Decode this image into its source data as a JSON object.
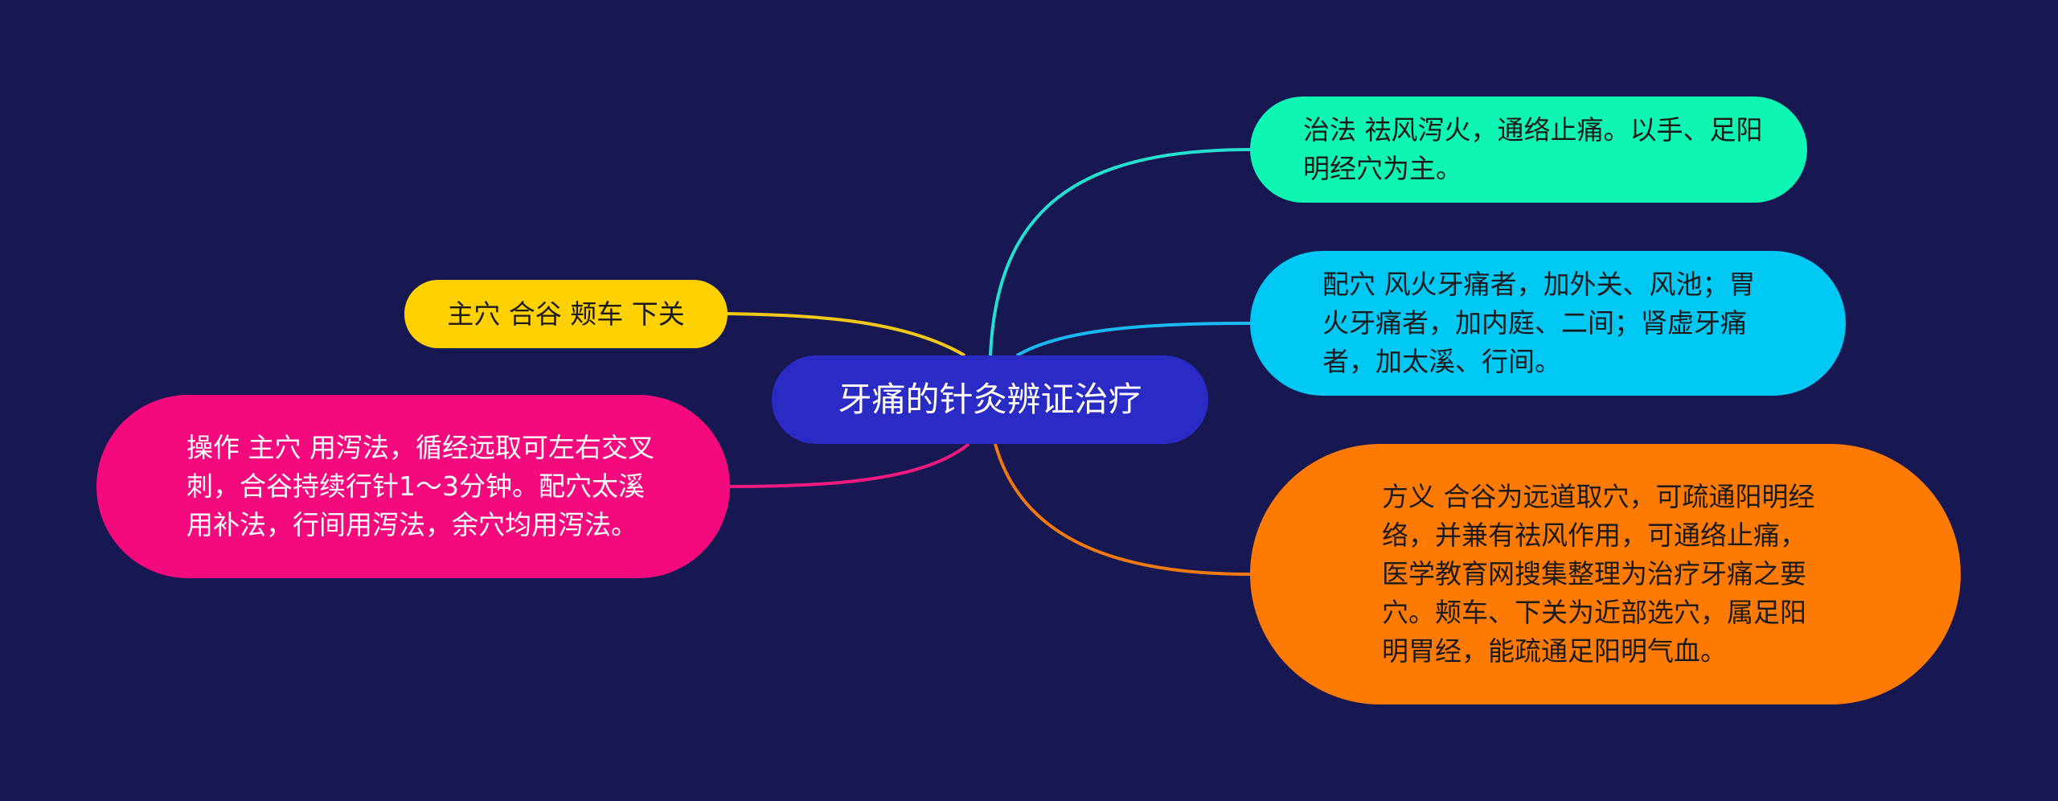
{
  "mindmap": {
    "center": {
      "text": "牙痛的针灸辨证治疗",
      "color": "#2a2ac4"
    },
    "left_nodes": [
      {
        "text": "主穴 合谷 颊车 下关",
        "color": "#ffd100",
        "edge_color": "#f2c818"
      },
      {
        "text": "操作 主穴 用泻法，循经远取可左右交叉刺，合谷持续行针1～3分钟。配穴太溪用补法，行间用泻法，余穴均用泻法。",
        "color": "#f50a7e",
        "edge_color": "#f0197f"
      }
    ],
    "right_nodes": [
      {
        "text": "治法 祛风泻火，通络止痛。以手、足阳明经穴为主。",
        "color": "#0ff5b4",
        "edge_color": "#25e0d0"
      },
      {
        "text": "配穴 风火牙痛者，加外关、风池；胃火牙痛者，加内庭、二间；肾虚牙痛者，加太溪、行间。",
        "color": "#00c8f5",
        "edge_color": "#1ab8f0"
      },
      {
        "text": "方义 合谷为远道取穴，可疏通阳明经络，并兼有祛风作用，可通络止痛，医学教育网搜集整理为治疗牙痛之要穴。颊车、下关为近部选穴，属足阳明胃经，能疏通足阳明气血。",
        "color": "#ff7a00",
        "edge_color": "#f07a10"
      }
    ]
  }
}
